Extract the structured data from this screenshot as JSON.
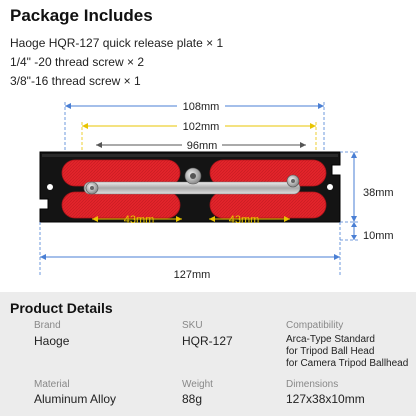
{
  "package": {
    "title": "Package Includes",
    "items": [
      "Haoge HQR-127 quick release plate × 1",
      "1/4\" -20 thread screw × 2",
      "3/8\"-16 thread screw × 1"
    ]
  },
  "figure": {
    "dimensions": {
      "d108": "108mm",
      "d102": "102mm",
      "d96": "96mm",
      "d43_left": "43mm",
      "d43_right": "43mm",
      "d38": "38mm",
      "d10": "10mm",
      "d127": "127mm"
    },
    "colors": {
      "plate": "#141414",
      "pad": "#e3242b",
      "dim_blue": "#4a7fd4",
      "dim_yellow": "#e8c400",
      "dim_dark": "#555555"
    }
  },
  "details": {
    "title": "Product Details",
    "fields": {
      "brand": {
        "label": "Brand",
        "value": "Haoge"
      },
      "sku": {
        "label": "SKU",
        "value": "HQR-127"
      },
      "compatibility": {
        "label": "Compatibility",
        "lines": [
          "Arca-Type Standard",
          "for Tripod Ball Head",
          "for Camera Tripod Ballhead"
        ]
      },
      "material": {
        "label": "Material",
        "value": "Aluminum Alloy"
      },
      "weight": {
        "label": "Weight",
        "value": "88g"
      },
      "dimensions": {
        "label": "Dimensions",
        "value": "127x38x10mm"
      }
    }
  }
}
